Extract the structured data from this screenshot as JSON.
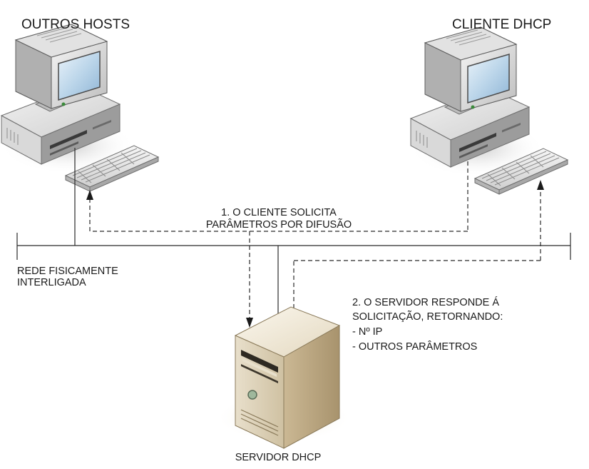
{
  "nodes": {
    "other_hosts": {
      "label": "OUTROS HOSTS"
    },
    "dhcp_client": {
      "label": "CLIENTE DHCP"
    },
    "dhcp_server": {
      "label": "SERVIDOR DHCP"
    }
  },
  "network": {
    "label_line1": "REDE FISICAMENTE",
    "label_line2": "INTERLIGADA"
  },
  "steps": {
    "request": {
      "line1": "1. O CLIENTE SOLICITA",
      "line2": "PARÂMETROS POR DIFUSÃO"
    },
    "response": {
      "line1": "2. O SERVIDOR RESPONDE Á",
      "line2": "SOLICITAÇÃO, RETORNANDO:",
      "item1": "- Nº IP",
      "item2": "- OUTROS PARÂMETROS"
    }
  }
}
